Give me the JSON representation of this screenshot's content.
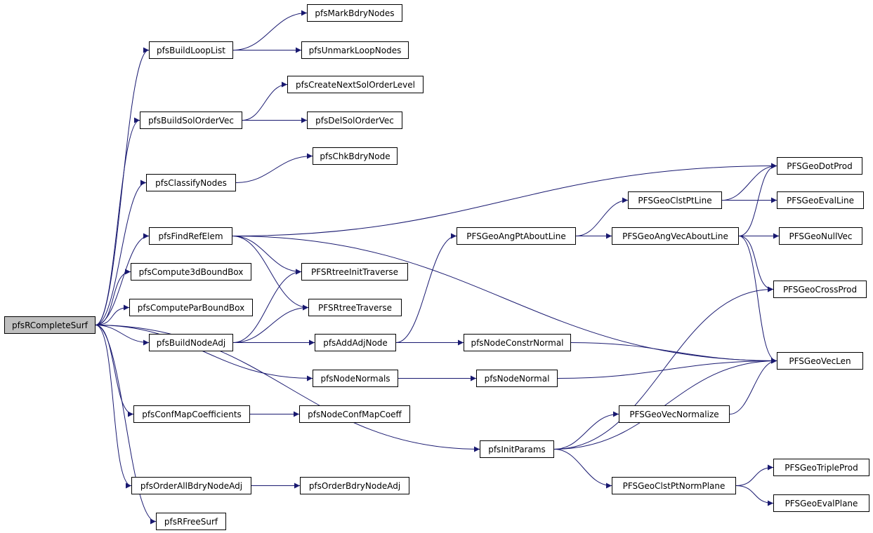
{
  "diagram": {
    "root": "pfsRCompleteSurf",
    "colors": {
      "edge": "#191970",
      "root_fill": "#bfbfbf",
      "node_fill": "#ffffff",
      "border": "#000000"
    },
    "nodes": [
      {
        "id": "root",
        "label": "pfsRCompleteSurf"
      },
      {
        "id": "buildLoopList",
        "label": "pfsBuildLoopList"
      },
      {
        "id": "markBdryNodes",
        "label": "pfsMarkBdryNodes"
      },
      {
        "id": "unmarkLoopNodes",
        "label": "pfsUnmarkLoopNodes"
      },
      {
        "id": "createNextSolOrderLevel",
        "label": "pfsCreateNextSolOrderLevel"
      },
      {
        "id": "buildSolOrderVec",
        "label": "pfsBuildSolOrderVec"
      },
      {
        "id": "delSolOrderVec",
        "label": "pfsDelSolOrderVec"
      },
      {
        "id": "chkBdryNode",
        "label": "pfsChkBdryNode"
      },
      {
        "id": "classifyNodes",
        "label": "pfsClassifyNodes"
      },
      {
        "id": "geoDotProd",
        "label": "PFSGeoDotProd"
      },
      {
        "id": "geoClstPtLine",
        "label": "PFSGeoClstPtLine"
      },
      {
        "id": "geoEvalLine",
        "label": "PFSGeoEvalLine"
      },
      {
        "id": "findRefElem",
        "label": "pfsFindRefElem"
      },
      {
        "id": "geoAngPtAboutLine",
        "label": "PFSGeoAngPtAboutLine"
      },
      {
        "id": "geoAngVecAboutLine",
        "label": "PFSGeoAngVecAboutLine"
      },
      {
        "id": "geoNullVec",
        "label": "PFSGeoNullVec"
      },
      {
        "id": "compute3dBoundBox",
        "label": "pfsCompute3dBoundBox"
      },
      {
        "id": "rtreeInitTraverse",
        "label": "PFSRtreeInitTraverse"
      },
      {
        "id": "geoCrossProd",
        "label": "PFSGeoCrossProd"
      },
      {
        "id": "computeParBoundBox",
        "label": "pfsComputeParBoundBox"
      },
      {
        "id": "rtreeTraverse",
        "label": "PFSRtreeTraverse"
      },
      {
        "id": "buildNodeAdj",
        "label": "pfsBuildNodeAdj"
      },
      {
        "id": "addAdjNode",
        "label": "pfsAddAdjNode"
      },
      {
        "id": "nodeConstrNormal",
        "label": "pfsNodeConstrNormal"
      },
      {
        "id": "geoVecLen",
        "label": "PFSGeoVecLen"
      },
      {
        "id": "nodeNormals",
        "label": "pfsNodeNormals"
      },
      {
        "id": "nodeNormal",
        "label": "pfsNodeNormal"
      },
      {
        "id": "geoVecNormalize",
        "label": "PFSGeoVecNormalize"
      },
      {
        "id": "confMapCoefficients",
        "label": "pfsConfMapCoefficients"
      },
      {
        "id": "nodeConfMapCoeff",
        "label": "pfsNodeConfMapCoeff"
      },
      {
        "id": "initParams",
        "label": "pfsInitParams"
      },
      {
        "id": "geoTripleProd",
        "label": "PFSGeoTripleProd"
      },
      {
        "id": "orderAllBdryNodeAdj",
        "label": "pfsOrderAllBdryNodeAdj"
      },
      {
        "id": "orderBdryNodeAdj",
        "label": "pfsOrderBdryNodeAdj"
      },
      {
        "id": "geoClstPtNormPlane",
        "label": "PFSGeoClstPtNormPlane"
      },
      {
        "id": "geoEvalPlane",
        "label": "PFSGeoEvalPlane"
      },
      {
        "id": "rFreeSurf",
        "label": "pfsRFreeSurf"
      }
    ],
    "edges": [
      [
        "root",
        "buildLoopList"
      ],
      [
        "root",
        "buildSolOrderVec"
      ],
      [
        "root",
        "classifyNodes"
      ],
      [
        "root",
        "findRefElem"
      ],
      [
        "root",
        "compute3dBoundBox"
      ],
      [
        "root",
        "computeParBoundBox"
      ],
      [
        "root",
        "buildNodeAdj"
      ],
      [
        "root",
        "nodeNormals"
      ],
      [
        "root",
        "confMapCoefficients"
      ],
      [
        "root",
        "initParams"
      ],
      [
        "root",
        "orderAllBdryNodeAdj"
      ],
      [
        "root",
        "rFreeSurf"
      ],
      [
        "buildLoopList",
        "markBdryNodes"
      ],
      [
        "buildLoopList",
        "unmarkLoopNodes"
      ],
      [
        "buildSolOrderVec",
        "createNextSolOrderLevel"
      ],
      [
        "buildSolOrderVec",
        "delSolOrderVec"
      ],
      [
        "classifyNodes",
        "chkBdryNode"
      ],
      [
        "findRefElem",
        "geoDotProd"
      ],
      [
        "findRefElem",
        "rtreeInitTraverse"
      ],
      [
        "findRefElem",
        "rtreeTraverse"
      ],
      [
        "findRefElem",
        "geoVecLen"
      ],
      [
        "buildNodeAdj",
        "rtreeInitTraverse"
      ],
      [
        "buildNodeAdj",
        "rtreeTraverse"
      ],
      [
        "buildNodeAdj",
        "addAdjNode"
      ],
      [
        "addAdjNode",
        "geoAngPtAboutLine"
      ],
      [
        "addAdjNode",
        "nodeConstrNormal"
      ],
      [
        "geoAngPtAboutLine",
        "geoClstPtLine"
      ],
      [
        "geoAngPtAboutLine",
        "geoAngVecAboutLine"
      ],
      [
        "geoClstPtLine",
        "geoDotProd"
      ],
      [
        "geoClstPtLine",
        "geoEvalLine"
      ],
      [
        "geoAngVecAboutLine",
        "geoDotProd"
      ],
      [
        "geoAngVecAboutLine",
        "geoNullVec"
      ],
      [
        "geoAngVecAboutLine",
        "geoCrossProd"
      ],
      [
        "geoAngVecAboutLine",
        "geoVecLen"
      ],
      [
        "nodeConstrNormal",
        "geoVecLen"
      ],
      [
        "nodeNormals",
        "nodeNormal"
      ],
      [
        "nodeNormal",
        "geoVecLen"
      ],
      [
        "confMapCoefficients",
        "nodeConfMapCoeff"
      ],
      [
        "initParams",
        "geoCrossProd"
      ],
      [
        "initParams",
        "geoVecNormalize"
      ],
      [
        "initParams",
        "geoVecLen"
      ],
      [
        "initParams",
        "geoClstPtNormPlane"
      ],
      [
        "geoVecNormalize",
        "geoVecLen"
      ],
      [
        "geoClstPtNormPlane",
        "geoTripleProd"
      ],
      [
        "geoClstPtNormPlane",
        "geoEvalPlane"
      ],
      [
        "orderAllBdryNodeAdj",
        "orderBdryNodeAdj"
      ]
    ]
  }
}
